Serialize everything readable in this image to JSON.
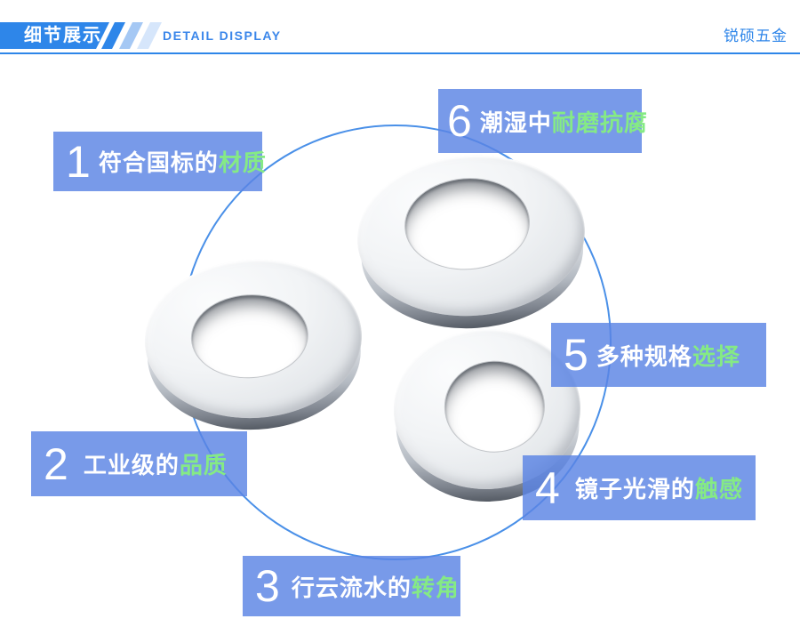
{
  "header": {
    "title_cn": "细节展示",
    "title_en": "DETAIL DISPLAY",
    "brand": "锐硕五金"
  },
  "features": [
    {
      "num": "1",
      "text_white": "符合国标的",
      "text_green": "材质"
    },
    {
      "num": "2",
      "text_white": "工业级的",
      "text_green": "品质"
    },
    {
      "num": "3",
      "text_white": "行云流水的",
      "text_green": "转角"
    },
    {
      "num": "4",
      "text_white": "镜子光滑的",
      "text_green": "触感"
    },
    {
      "num": "5",
      "text_white": "多种规格",
      "text_green": "选择"
    },
    {
      "num": "6",
      "text_white": "潮湿中",
      "text_green": "耐磨抗腐"
    }
  ],
  "colors": {
    "accent_blue": "#2E86E9",
    "callout_bg": "#7C9FE9",
    "highlight_green": "#85EA85",
    "circle_stroke": "#4A90E8"
  }
}
